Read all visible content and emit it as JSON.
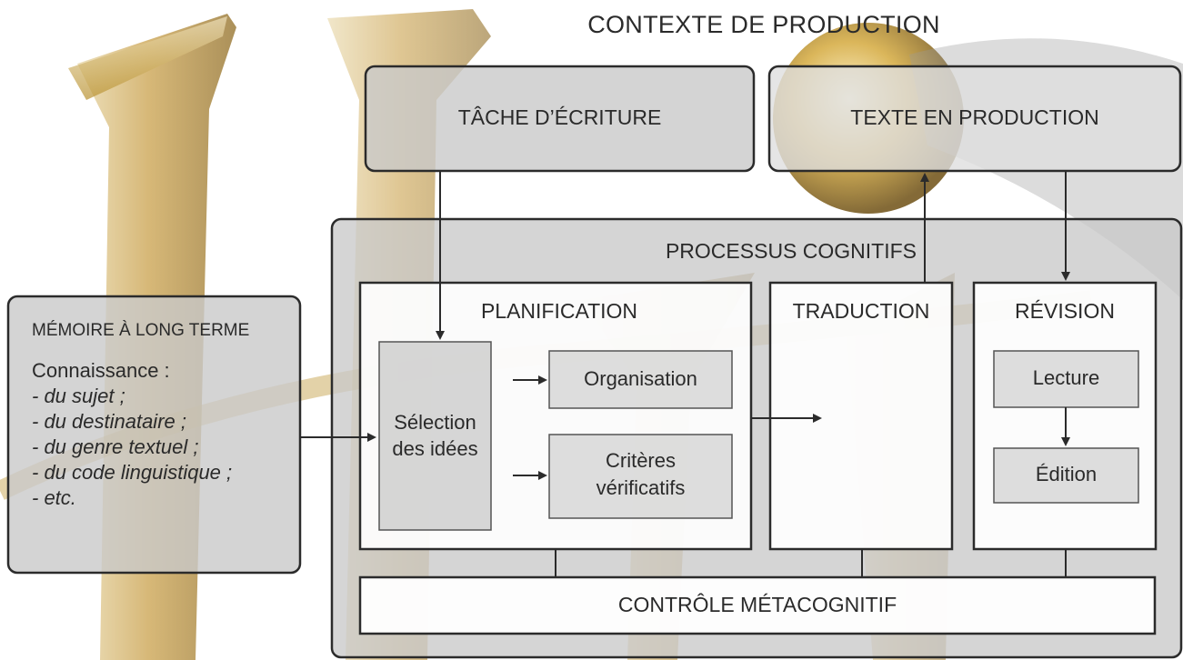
{
  "diagram": {
    "context_title": "CONTEXTE DE PRODUCTION",
    "task": "TÂCHE D’ÉCRITURE",
    "text_in_production": "TEXTE EN PRODUCTION",
    "cognitive_processes": "PROCESSUS COGNITIFS",
    "memory": {
      "title": "MÉMOIRE À LONG TERME",
      "knowledge": "Connaissance :",
      "items": [
        "- du sujet ;",
        "- du destinataire ;",
        "- du genre textuel ;",
        "- du code linguistique ;",
        "- etc."
      ]
    },
    "planning": {
      "title": "PLANIFICATION",
      "selection_line1": "Sélection",
      "selection_line2": "des idées",
      "organisation": "Organisation",
      "criteria_line1": "Critères",
      "criteria_line2": "vérificatifs"
    },
    "translation": "TRADUCTION",
    "revision": {
      "title": "RÉVISION",
      "reading": "Lecture",
      "editing": "Édition"
    },
    "metacognitive_control": "CONTRÔLE MÉTACOGNITIF"
  },
  "colors": {
    "dark_panel": "#c9c9c9",
    "mid_panel": "#dedede",
    "white_panel": "#ffffff",
    "border": "#2b2b2b",
    "text": "#2a2a2a",
    "gold": "#b8902d"
  }
}
